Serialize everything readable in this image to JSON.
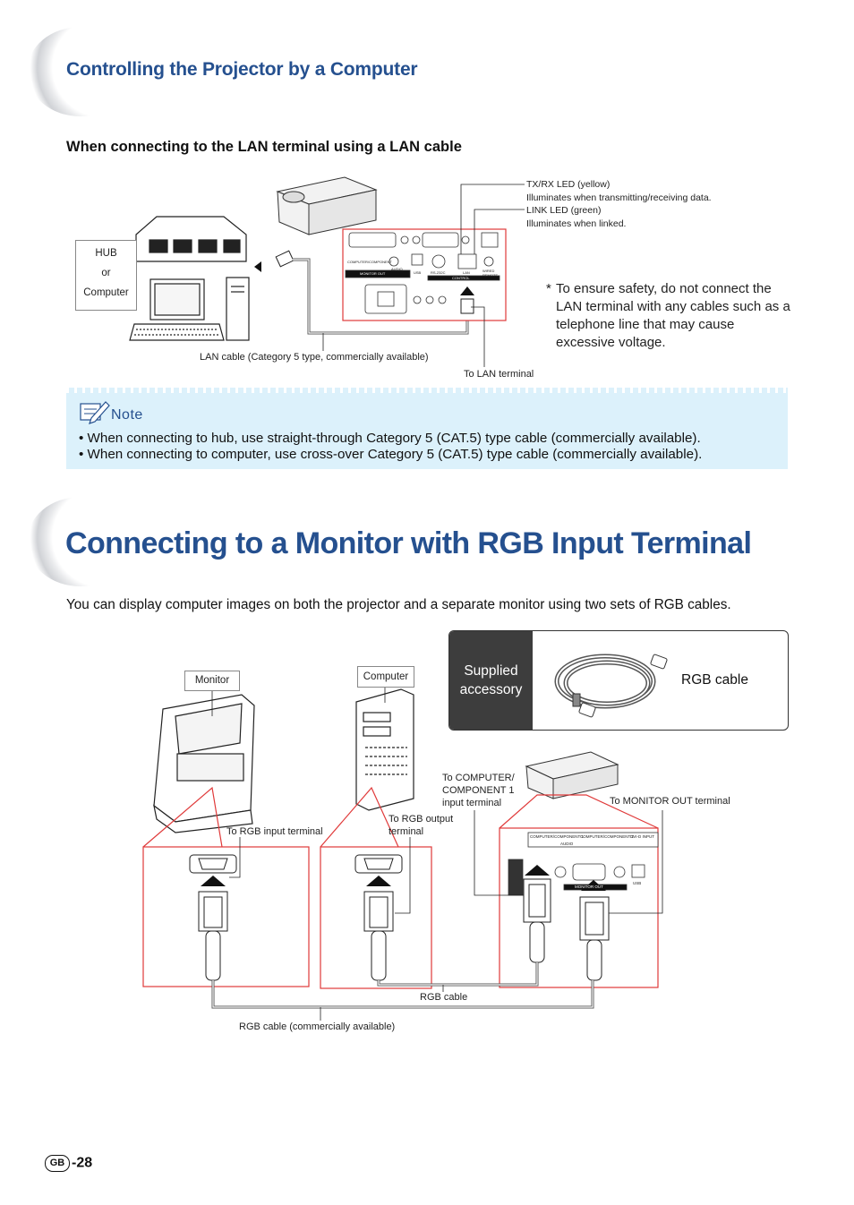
{
  "section1": {
    "heading": "Controlling the Projector by a Computer",
    "subheading": "When connecting to the LAN terminal using a LAN cable",
    "hub_label": [
      "HUB",
      "or",
      "Computer"
    ],
    "led_labels": [
      "TX/RX LED (yellow)",
      "Illuminates when transmitting/receiving data.",
      "LINK LED (green)",
      "Illuminates when linked."
    ],
    "panel_labels": {
      "computer_component": "COMPUTER/COMPONENT",
      "audio": "AUDIO",
      "monitor_out": "MONITOR OUT",
      "usb": "USB",
      "rs232c": "RS-232C",
      "lan": "LAN",
      "wired_remote": "WIRED REMOTE",
      "control": "CONTROL"
    },
    "lan_cable_label": "LAN cable (Category 5 type, commercially available)",
    "to_lan_terminal": "To LAN terminal",
    "warning_star": "*",
    "warning_text": "To ensure safety, do not connect the LAN terminal with any cables such as a telephone line that may cause excessive voltage."
  },
  "note": {
    "title": "Note",
    "items": [
      "• When connecting to hub, use straight-through Category 5 (CAT.5) type cable (commercially available).",
      "• When connecting to computer, use cross-over Category 5 (CAT.5) type cable (commercially available)."
    ]
  },
  "section2": {
    "heading": "Connecting to a Monitor with RGB Input Terminal",
    "intro": "You can display computer images on both the projector and a separate monitor using two sets of RGB cables.",
    "accessory": {
      "label_line1": "Supplied",
      "label_line2": "accessory",
      "cable_name": "RGB cable"
    },
    "monitor_label": "Monitor",
    "computer_label": "Computer",
    "to_computer_component": [
      "To COMPUTER/",
      "COMPONENT 1",
      "input  terminal"
    ],
    "to_monitor_out": "To MONITOR OUT terminal",
    "to_rgb_output": [
      "To RGB output",
      "terminal"
    ],
    "to_rgb_input": "To RGB input terminal",
    "rgb_cable": "RGB cable",
    "rgb_cable_commercial": "RGB cable (commercially available)",
    "panel_labels": {
      "cc1": "COMPUTER/COMPONENT 1",
      "cc2": "COMPUTER/COMPONENT 2",
      "audio": "AUDIO",
      "dvi": "DVI-D INPUT",
      "monitor_out": "MONITOR OUT",
      "usb": "USB"
    }
  },
  "footer": {
    "region_badge": "GB",
    "page_number": "-28"
  },
  "colors": {
    "heading_blue": "#25508f",
    "note_bg": "#dcf1fb",
    "highlight_red": "#e03a3a",
    "accessory_dark": "#3d3d3d"
  }
}
